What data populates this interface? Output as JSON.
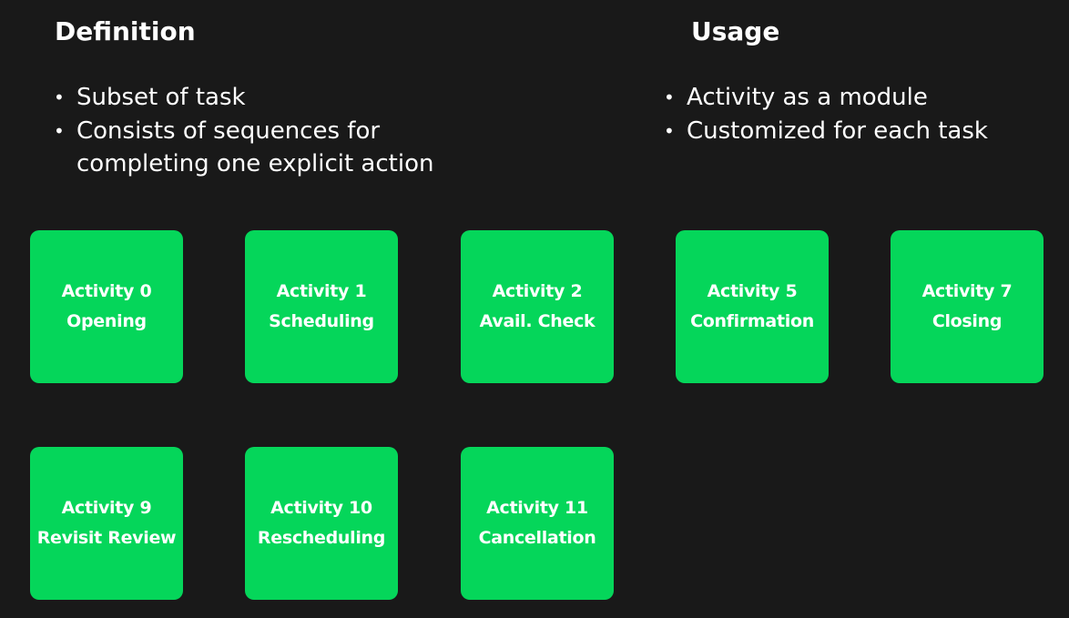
{
  "colors": {
    "background": "#191919",
    "card": "#05d65a",
    "text": "#ffffff"
  },
  "definition": {
    "heading": "Definition",
    "bullets": [
      {
        "lines": [
          "Subset of task"
        ]
      },
      {
        "lines": [
          "Consists of sequences for",
          "completing one explicit action"
        ]
      }
    ]
  },
  "usage": {
    "heading": "Usage",
    "bullets": [
      {
        "lines": [
          "Activity as a module"
        ]
      },
      {
        "lines": [
          "Customized for each task"
        ]
      }
    ]
  },
  "activities": [
    {
      "title": "Activity 0",
      "name": "Opening"
    },
    {
      "title": "Activity 1",
      "name": "Scheduling"
    },
    {
      "title": "Activity 2",
      "name": "Avail. Check"
    },
    {
      "title": "Activity 5",
      "name": "Confirmation"
    },
    {
      "title": "Activity 7",
      "name": "Closing"
    },
    {
      "title": "Activity 9",
      "name": "Revisit Review"
    },
    {
      "title": "Activity 10",
      "name": "Rescheduling"
    },
    {
      "title": "Activity 11",
      "name": "Cancellation"
    }
  ]
}
